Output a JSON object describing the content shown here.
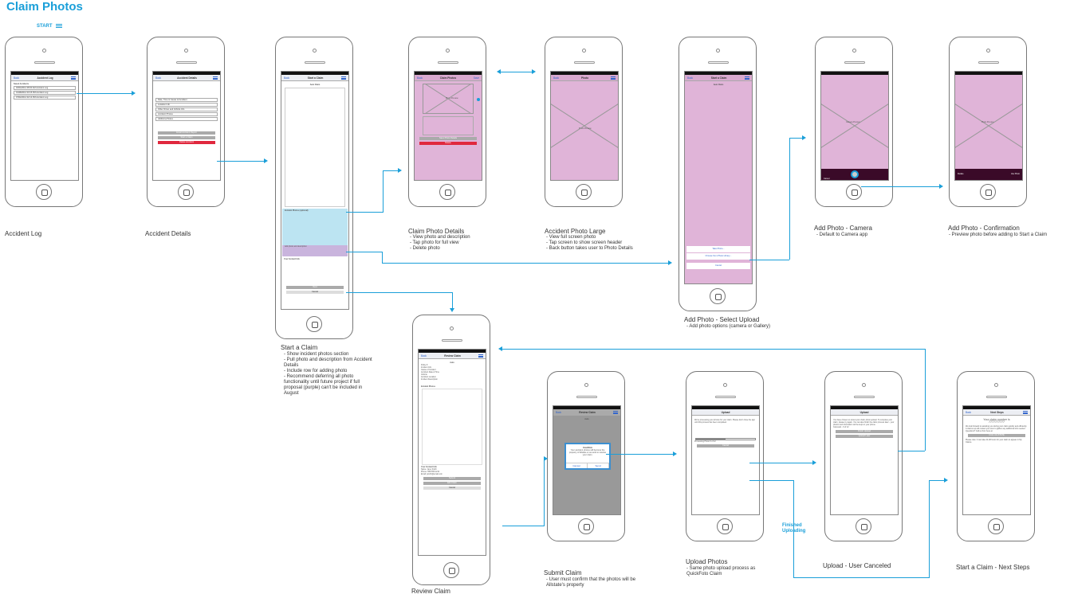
{
  "title": "Claim Photos",
  "start_label": "START",
  "flow_note": "Finished Uploading",
  "screens": [
    {
      "caption": "Accident Log",
      "nav_title": "Accident Log",
      "back": "Back",
      "section": "Saved Accidents",
      "items": [
        "02/04/2014 08:00 AM Accident Log",
        "01/28/2014 03:15 PM Accident Log",
        "07/02/2014 02:13 PM Accident Log"
      ],
      "notes": []
    },
    {
      "caption": "Accident Details",
      "nav_title": "Accident Details",
      "back": "Back",
      "items": [
        "Date, Time & Cause of Accident",
        "Location Info",
        "Other Driver and Vehicle Info",
        "Accident Photos",
        "Additional Notes"
      ],
      "buttons": [
        "Email Accident Report",
        "Start a Claim",
        "Delete Accident"
      ],
      "notes": []
    },
    {
      "caption": "Start a Claim",
      "nav_title": "Start a Claim",
      "back": "Back",
      "heading": "Auto Claim",
      "photos_label": "Incident Photos (optional)",
      "add_label": "Add photo and description",
      "contact": "Your Contact Info",
      "buttons": [
        "Next",
        "Cancel"
      ],
      "notes": [
        "- Show incident photos section",
        "- Pull photo and description from Accident Details",
        "- Include row for adding photo",
        "- Recommend deferring all photo functionality until future project if full proposal (purple) can't be included in August"
      ]
    },
    {
      "caption": "Claim Photo Details",
      "nav_title": "Claim Photos",
      "back": "Back",
      "save": "Save",
      "preview": "Photo Preview",
      "buttons": [
        "Save Photo Details",
        "Delete"
      ],
      "notes": [
        "- View photo and description",
        "- Tap photo for full view",
        "- Delete photo"
      ]
    },
    {
      "caption": "Accident Photo Large",
      "nav_title": "Photo",
      "back": "Back",
      "preview": "Photo Preview",
      "notes": [
        "- View full screen photo",
        "- Tap screen to show screen header",
        "- Back button takes user to Photo Details"
      ]
    },
    {
      "caption": "Add Photo - Select Upload",
      "nav_title": "Start a Claim",
      "back": "Back",
      "heading": "Auto Claim",
      "sheet": [
        "Take Photo...",
        "Choose from Photo Library...",
        "Cancel"
      ],
      "notes": [
        "- Add photo options (camera or Gallery)"
      ]
    },
    {
      "caption": "Add Photo - Camera",
      "preview": "Camera Preview",
      "cancel": "Cancel",
      "notes": [
        "- Default to Camera app"
      ]
    },
    {
      "caption": "Add Photo - Confirmation",
      "preview": "Photo Preview",
      "retake": "Retake",
      "use": "Use Photo",
      "notes": [
        "- Preview photo before adding to Start a Claim"
      ]
    },
    {
      "caption": "Review Claim",
      "nav_title": "Review Claim",
      "back": "Back",
      "heading": "Auto",
      "fields": [
        "Policy #",
        "Incident Info",
        "Cause of Incident",
        "Accident Date & Time",
        "Vehicle",
        "Accident Location",
        "Incident Description"
      ],
      "photos_label": "Incident Photos",
      "contact": "Your Contact Info",
      "contact_fields": [
        "Name:",
        "Phone:",
        "Email:"
      ],
      "contact_values": [
        "Jane Smith",
        "555-555-1212",
        "jsmith@email.com"
      ],
      "buttons": [
        "Submit",
        "Edit Claim",
        "Cancel"
      ],
      "notes": []
    },
    {
      "caption": "Submit Claim",
      "nav_title": "Review Claim",
      "back": "Back",
      "heading": "Auto",
      "dialog_title": "Confirm",
      "dialog_text": "Your accident photos will become the property of Allstate or as work to resolve your claim.",
      "dialog_buttons": [
        "Cancel",
        "Send"
      ],
      "notes": [
        "- User must confirm that the photos will be Allstate's property"
      ]
    },
    {
      "caption": "Upload Photos",
      "nav_title": "Upload",
      "body": "We're processing your photos for your claim. Please don't close the app until this process has been completed.",
      "progress": "Processing Photo 6 of 12",
      "cancel": "Cancel",
      "notes": [
        "- Same photo upload process as QuickFoto Claim"
      ]
    },
    {
      "caption": "Upload - User Canceled",
      "nav_title": "Upload",
      "body": "You have chosen to cancel your claim photo upload. To complete your claim, please try again. You can also finish the claim process later - your photos and information will be kept on your phone.",
      "progress": "Canceled - 6 of 12",
      "buttons": [
        "Finish Upload",
        "Upload Later"
      ],
      "notes": []
    },
    {
      "caption": "Start a Claim - Next Steps",
      "nav_title": "Next Steps",
      "back": "Back",
      "claim_label": "Your claim number is",
      "claim_number": "7777777777",
      "body": "We look forward to assisting you during your claim quickly and efficiently. A claims rep will contact you soon to gather any additional info needed.",
      "question": "Questions? Call us from here at.",
      "call": "CALL ALLSTATE",
      "footer": "Please note: It can take 24-48 hours for your claim to appear in My Claims.",
      "notes": []
    }
  ]
}
